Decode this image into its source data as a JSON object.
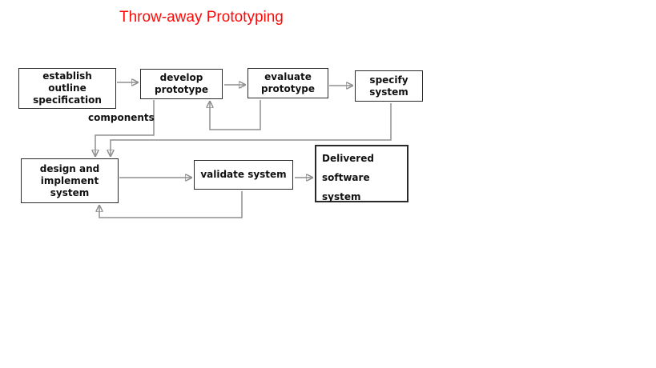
{
  "title": {
    "text": "Throw-away Prototyping"
  },
  "labels": {
    "components": "components"
  },
  "nodes": [
    {
      "id": "establish-outline-specification",
      "label": "establish\noutline\nspecification"
    },
    {
      "id": "develop-prototype",
      "label": "develop\nprototype"
    },
    {
      "id": "evaluate-prototype",
      "label": "evaluate\nprototype"
    },
    {
      "id": "specify-system",
      "label": "specify\nsystem"
    },
    {
      "id": "design-and-implement-system",
      "label": "design and\nimplement\nsystem"
    },
    {
      "id": "validate-system",
      "label": "validate system"
    },
    {
      "id": "delivered-software-system",
      "label": "Delivered\nsoftware\nsystem"
    }
  ],
  "colors": {
    "title": "#fb0a0a",
    "box_border": "#2a2a2a",
    "connector": "#8f8f8f",
    "arrowhead": "#000000",
    "text": "#111111",
    "background": "#ffffff"
  }
}
